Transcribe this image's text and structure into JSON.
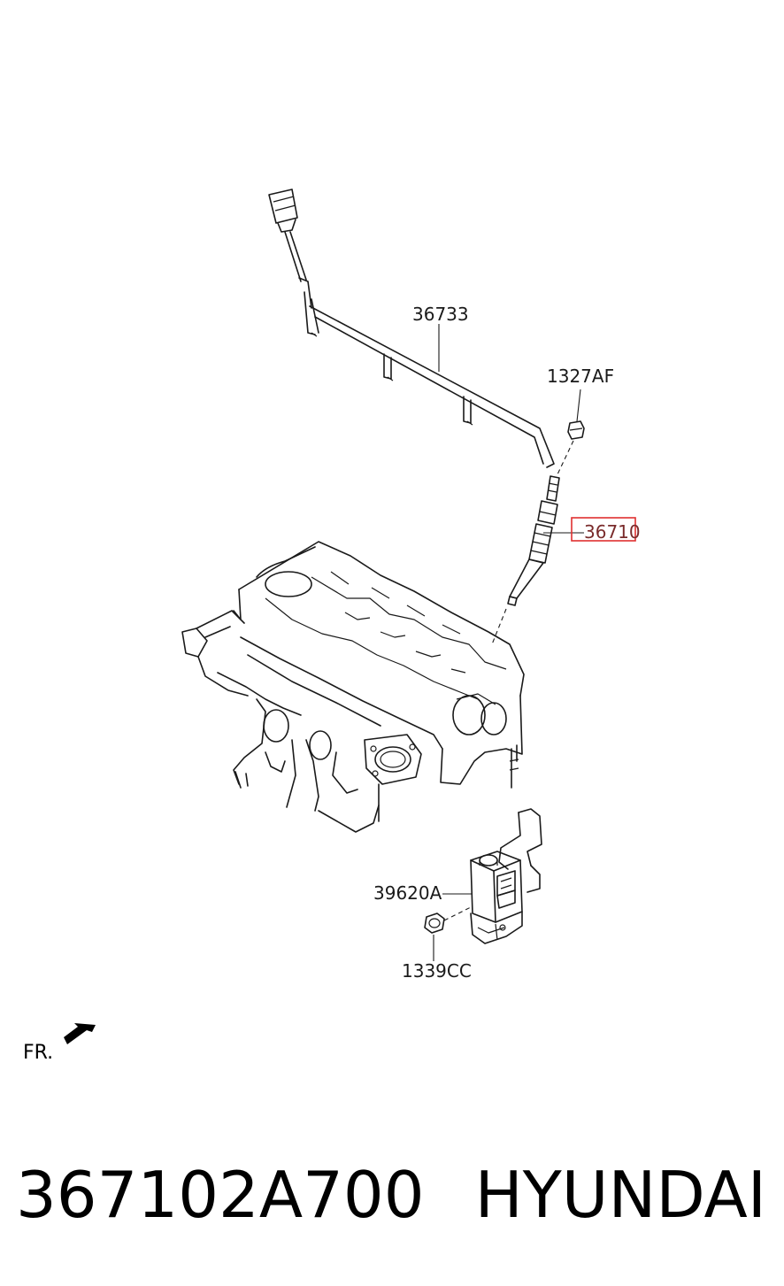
{
  "labels": {
    "harness": "36733",
    "bolt": "1327AF",
    "glow_plug": "36710",
    "controller": "39620A",
    "nut": "1339CC",
    "front_marker": "FR."
  },
  "highlight_color": "#e03030",
  "footer": {
    "part_number": "367102A700",
    "brand": "HYUNDAI"
  }
}
